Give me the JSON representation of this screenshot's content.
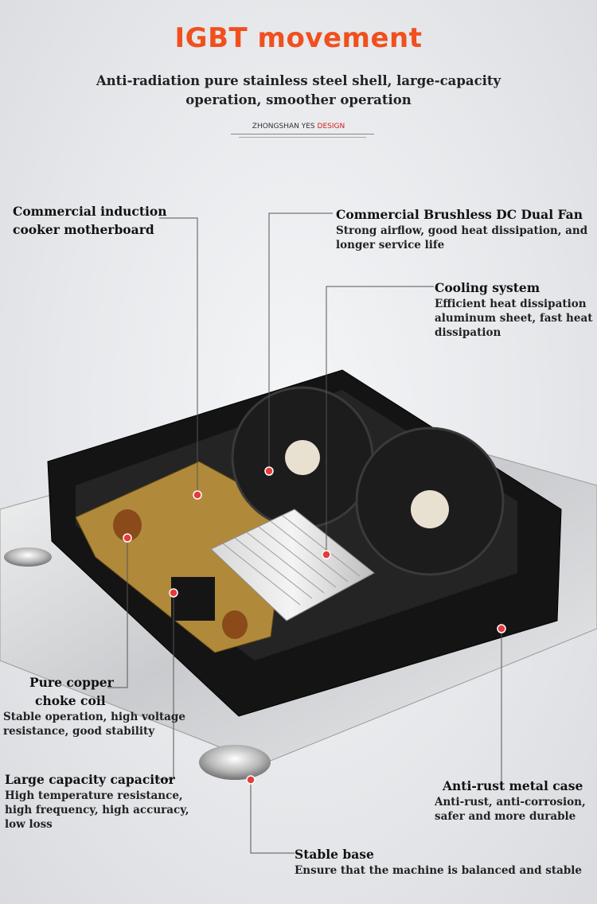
{
  "header": {
    "title": "IGBT movement",
    "subtitle": "Anti-radiation pure stainless steel shell, large-capacity operation, smoother operation",
    "brand": "ZHONGSHAN YES",
    "brand_highlight": "DESIGN"
  },
  "labels": {
    "motherboard": {
      "title_line1": "Commercial induction",
      "title_line2": "cooker motherboard"
    },
    "fan": {
      "title": "Commercial Brushless DC Dual Fan",
      "desc_line1": "Strong airflow, good heat dissipation, and",
      "desc_line2": "longer service life"
    },
    "cooling": {
      "title": "Cooling system",
      "desc_line1": "Efficient heat dissipation",
      "desc_line2": "aluminum sheet, fast heat",
      "desc_line3": "dissipation"
    },
    "choke": {
      "title_line1": "Pure copper",
      "title_line2": "choke coil",
      "desc_line1": "Stable operation, high voltage",
      "desc_line2": "resistance, good stability"
    },
    "capacitor": {
      "title": "Large capacity capacitor",
      "desc_line1": "High temperature resistance,",
      "desc_line2": "high frequency, high accuracy,",
      "desc_line3": "low loss"
    },
    "case": {
      "title": "Anti-rust metal case",
      "desc_line1": "Anti-rust, anti-corrosion,",
      "desc_line2": "safer and more durable"
    },
    "base": {
      "title": "Stable base",
      "desc": "Ensure that the machine is balanced and stable"
    }
  },
  "colors": {
    "title": "#f0501e",
    "marker": "#e83a3a",
    "brand_accent": "#d0201a"
  }
}
